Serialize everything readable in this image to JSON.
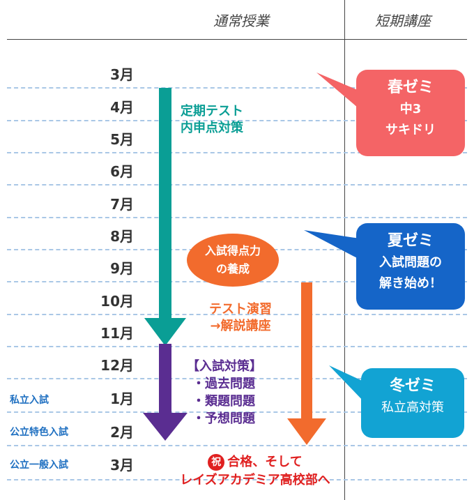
{
  "headers": {
    "regular": "通常授業",
    "short": "短期講座"
  },
  "months": [
    "3月",
    "4月",
    "5月",
    "6月",
    "7月",
    "8月",
    "9月",
    "10月",
    "11月",
    "12月",
    "1月",
    "2月",
    "3月"
  ],
  "exams": {
    "private": "私立入試",
    "public_special": "公立特色入試",
    "public_general": "公立一般入試"
  },
  "teal_text": {
    "line1": "定期テスト",
    "line2": "内申点対策"
  },
  "oval_text": {
    "line1": "入試得点力",
    "line2": "の養成"
  },
  "orange_text": {
    "line1": "テスト演習",
    "line2": "→解説講座"
  },
  "purple_text": {
    "heading": "【入試対策】",
    "item1": "・過去問題",
    "item2": "・類題問題",
    "item3": "・予想問題"
  },
  "final": {
    "icon": "祝",
    "line1": "合格、そして",
    "line2": "レイズアカデミア高校部へ"
  },
  "spring": {
    "title": "春ゼミ",
    "line1": "中3",
    "line2": "サキドリ",
    "color": "#f46466"
  },
  "summer": {
    "title": "夏ゼミ",
    "line1": "入試問題の",
    "line2": "解き始め！",
    "color": "#1565c8"
  },
  "winter": {
    "title": "冬ゼミ",
    "line1": "私立高対策",
    "color": "#12a3d3"
  },
  "colors": {
    "teal": "#0a9e95",
    "purple": "#5a2d91",
    "orange": "#f26b2d",
    "dashed": "#a9c7e6"
  }
}
